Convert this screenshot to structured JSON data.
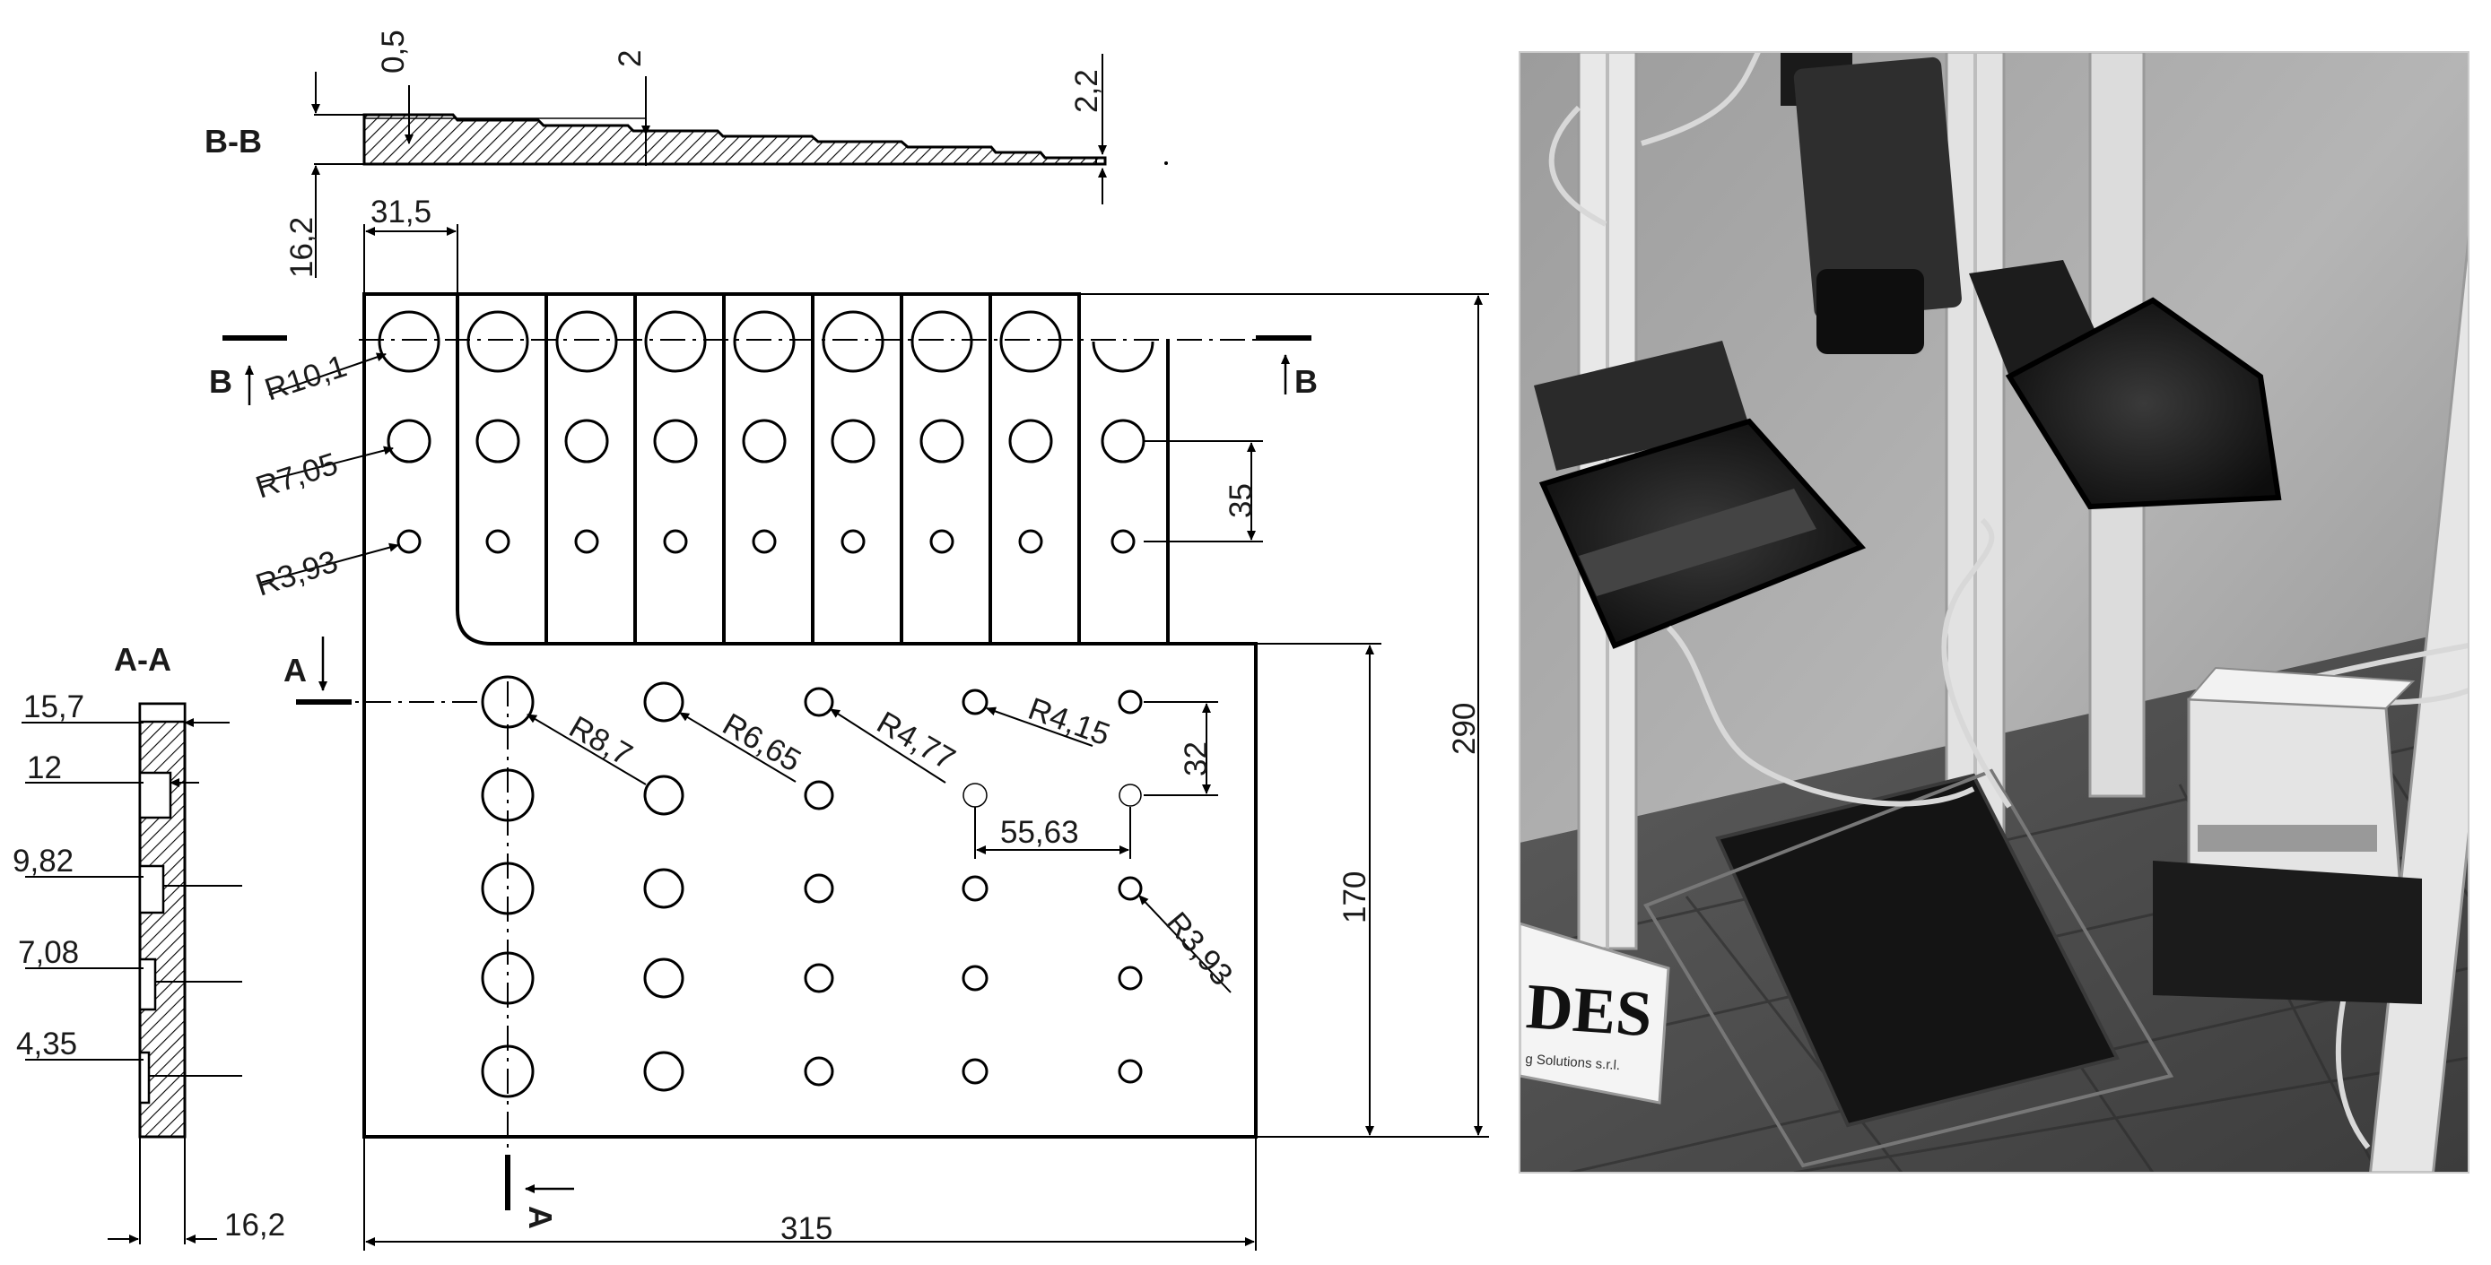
{
  "drawing": {
    "sections": {
      "aa_title": "A-A",
      "bb_title": "B-B",
      "a_marker": "A",
      "b_marker": "B"
    },
    "dimensions": {
      "overall_width": "315",
      "overall_height": "290",
      "lower_height": "170",
      "column_pitch": "31,5",
      "thickness": "16,2",
      "row_pitch_upper": "35",
      "row_pitch_lower": "32",
      "col_pitch_lower": "55,63",
      "step_top": "0,5",
      "step_mid": "2",
      "step_end": "2,2"
    },
    "radii": {
      "upper_large": "R10,1",
      "upper_mid": "R7,05",
      "upper_small": "R3,93",
      "lower_1": "R8,7",
      "lower_2": "R6,65",
      "lower_3": "R4,77",
      "lower_4": "R4,15",
      "lower_5": "R3,93"
    },
    "depths": [
      "15,7",
      "12",
      "9,82",
      "7,08",
      "4,35"
    ]
  },
  "photo": {
    "sign_text": "DES",
    "sign_subtext": "g Solutions s.r.l."
  }
}
